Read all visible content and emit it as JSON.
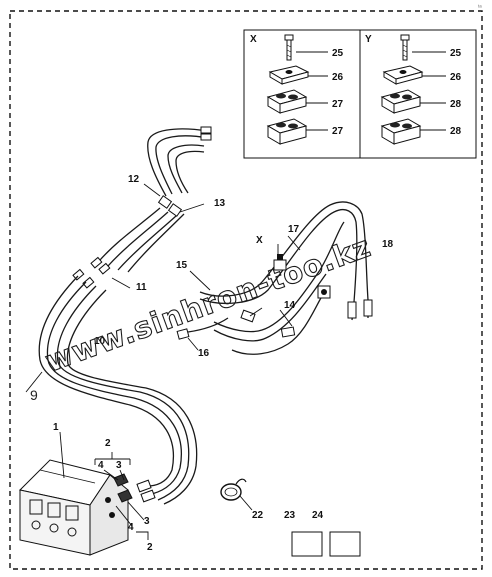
{
  "corner_mark": "ᵗᵃ",
  "inset": {
    "views": [
      {
        "label": "X",
        "parts": [
          "25",
          "26",
          "27",
          "27"
        ]
      },
      {
        "label": "Y",
        "parts": [
          "25",
          "26",
          "28",
          "28"
        ]
      }
    ]
  },
  "callouts": {
    "c1": "1",
    "c2a": "2",
    "c4a": "4",
    "c3a": "3",
    "c4b": "4",
    "c3b": "3",
    "c2b": "2",
    "c9": "9",
    "c10": "10",
    "c11": "11",
    "c12": "12",
    "c13": "13",
    "c14": "14",
    "c15": "15",
    "c16": "16",
    "c17": "17",
    "c18": "18",
    "cX": "X",
    "c22": "22",
    "c23": "23",
    "c24": "24"
  },
  "watermark": "www.sinhron-too.kz"
}
